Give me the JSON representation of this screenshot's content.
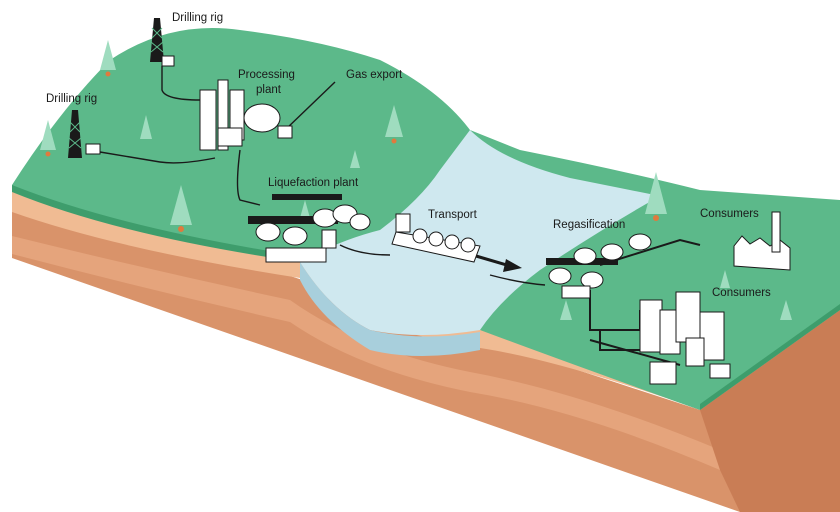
{
  "labels": {
    "drilling_rig_top": "Drilling rig",
    "drilling_rig_left": "Drilling rig",
    "processing_plant_line1": "Processing",
    "processing_plant_line2": "plant",
    "gas_export": "Gas export",
    "liquefaction_plant": "Liquefaction plant",
    "transport": "Transport",
    "regasification": "Regasification",
    "consumers_industrial": "Consumers",
    "consumers_city": "Consumers"
  },
  "colors": {
    "land_green": "#5cb98a",
    "land_green_dark": "#3e9d6c",
    "water": "#cfe8ef",
    "soil_top": "#e7a77b",
    "soil_mid": "#d9936a",
    "soil_deep": "#cf8860",
    "outline": "#1a1a1a",
    "tree_light": "#9fdcbf",
    "tree_trunk": "#e07a3d"
  },
  "icons": [
    "drilling-rig-icon",
    "tree-icon",
    "storage-tank-icon",
    "lng-ship-icon",
    "factory-icon",
    "building-icon",
    "arrow-right-icon",
    "pipeline-icon"
  ]
}
